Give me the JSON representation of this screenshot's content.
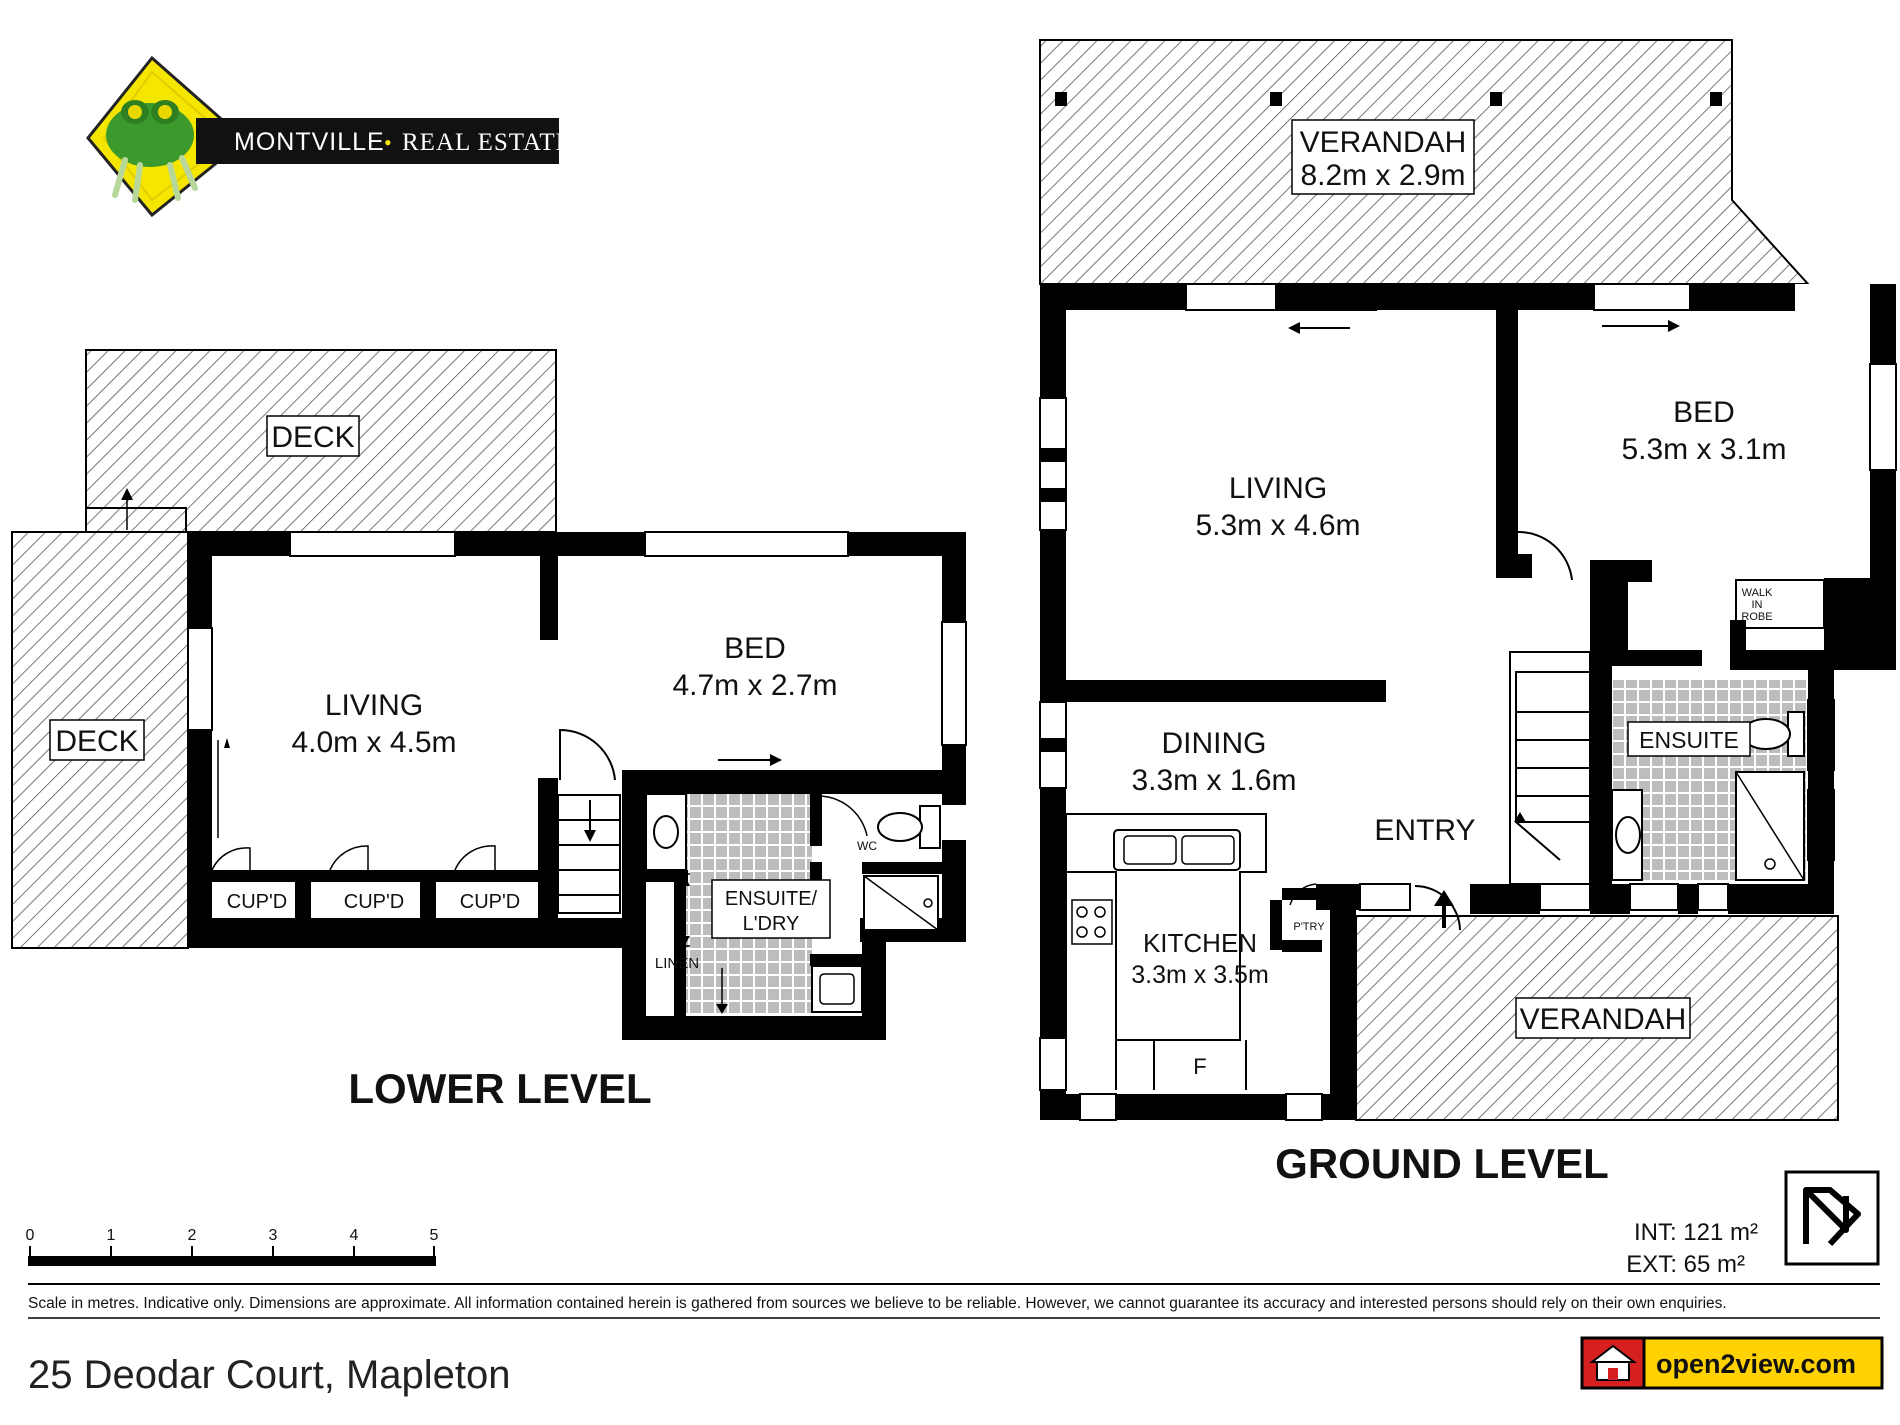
{
  "brand": {
    "agency_name": "MONTVILLE",
    "agency_suffix": "REAL ESTATE",
    "separator": "•",
    "portal_name": "open2view.com",
    "colors": {
      "frog_green": "#3c9a2c",
      "diamond_yellow": "#f5e600",
      "badge_black": "#111111",
      "portal_red": "#d62020",
      "portal_yellow": "#ffd200"
    }
  },
  "lower_level": {
    "heading": "LOWER LEVEL",
    "rooms": [
      {
        "name": "DECK",
        "dims": ""
      },
      {
        "name": "DECK",
        "dims": ""
      },
      {
        "name": "LIVING",
        "dims": "4.0m x 4.5m"
      },
      {
        "name": "BED",
        "dims": "4.7m x 2.7m"
      },
      {
        "name": "CUP'D",
        "dims": ""
      },
      {
        "name": "CUP'D",
        "dims": ""
      },
      {
        "name": "CUP'D",
        "dims": ""
      },
      {
        "name": "ENSUITE/",
        "dims": "L'DRY"
      },
      {
        "name": "LINEN",
        "dims": ""
      },
      {
        "name": "WC",
        "dims": ""
      }
    ]
  },
  "ground_level": {
    "heading": "GROUND LEVEL",
    "rooms": [
      {
        "name": "VERANDAH",
        "dims": "8.2m x 2.9m"
      },
      {
        "name": "LIVING",
        "dims": "5.3m x 4.6m"
      },
      {
        "name": "BED",
        "dims": "5.3m x 3.1m"
      },
      {
        "name": "DINING",
        "dims": "3.3m x 1.6m"
      },
      {
        "name": "ENTRY",
        "dims": ""
      },
      {
        "name": "ENSUITE",
        "dims": ""
      },
      {
        "name": "KITCHEN",
        "dims": "3.3m x 3.5m"
      },
      {
        "name": "VERANDAH",
        "dims": ""
      },
      {
        "name": "P'TRY",
        "dims": ""
      },
      {
        "name": "F",
        "dims": ""
      },
      {
        "walk_in_robe": [
          "WALK",
          "IN",
          "ROBE"
        ]
      }
    ]
  },
  "scale_bar": {
    "ticks": [
      "0",
      "1",
      "2",
      "3",
      "4",
      "5"
    ],
    "unit": "metres"
  },
  "areas": {
    "internal": "INT: 121 m²",
    "external": "EXT: 65 m²"
  },
  "disclaimer": "Scale in metres. Indicative only. Dimensions are approximate. All information contained herein is gathered from sources we believe to be reliable. However, we cannot guarantee its accuracy and interested persons should rely on their own enquiries.",
  "address": "25 Deodar Court, Mapleton"
}
